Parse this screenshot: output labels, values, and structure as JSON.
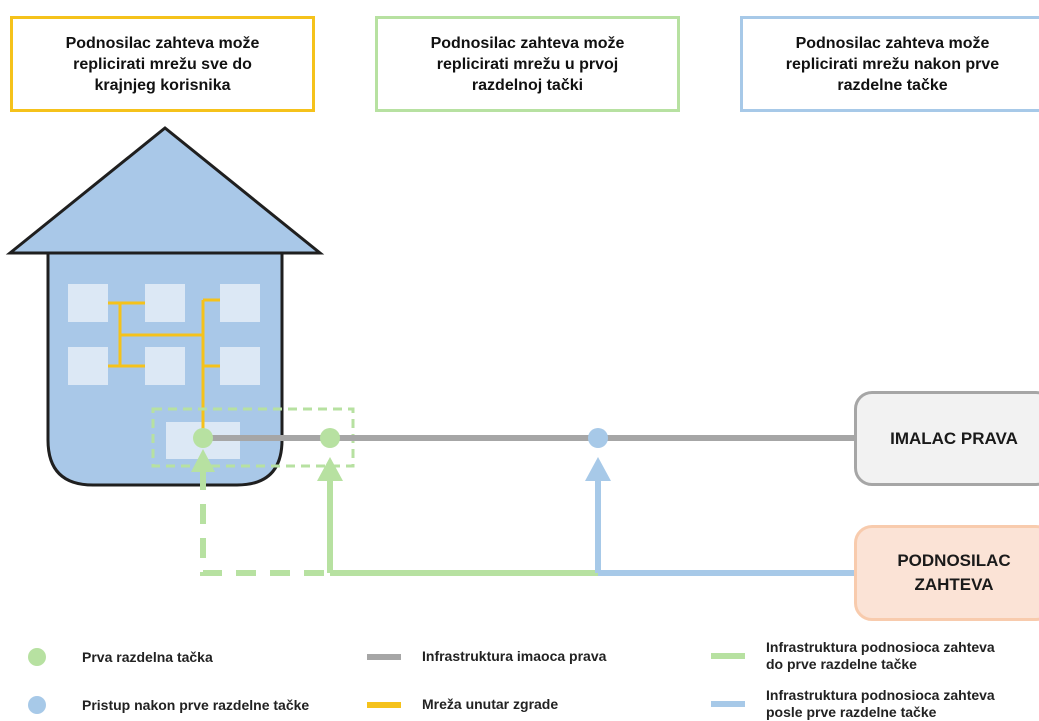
{
  "boxes": [
    {
      "text": "Podnosilac zahteva može\nreplicirati mrežu sve do\nkrajnjeg korisnika",
      "color": "#f5c21b"
    },
    {
      "text": "Podnosilac zahteva može\nreplicirati mrežu u prvoj\nrazdelnoj tački",
      "color": "#b7e1a1"
    },
    {
      "text": "Podnosilac zahteva može\nreplicirati mrežu nakon prve\nrazdelne tačke",
      "color": "#a7c9e8"
    }
  ],
  "nodes": {
    "holder": "IMALAC  PRAVA",
    "requester": "PODNOSILAC\nZAHTEVA"
  },
  "legend": {
    "first_split_point": "Prva razdelna tačka",
    "access_after_split": "Pristup nakon prve razdelne tačke",
    "holder_infrastructure": "Infrastruktura imaoca prava",
    "in_building_network": "Mreža unutar zgrade",
    "requester_infra_to_split": "Infrastruktura podnosioca zahteva\ndo prve razdelne tačke",
    "requester_infra_after_split": "Infrastruktura podnosioca zahteva\nposle prve razdelne tačke"
  },
  "colors": {
    "yellow": "#f5c21b",
    "green": "#b7e1a1",
    "blue": "#a7c9e8",
    "gray": "#a6a6a6",
    "house_fill": "#a9c8e8",
    "house_stroke": "#1f1f1f",
    "window": "#dce8f5",
    "requester_fill": "#fbe3d6",
    "requester_border": "#f8cbad"
  }
}
